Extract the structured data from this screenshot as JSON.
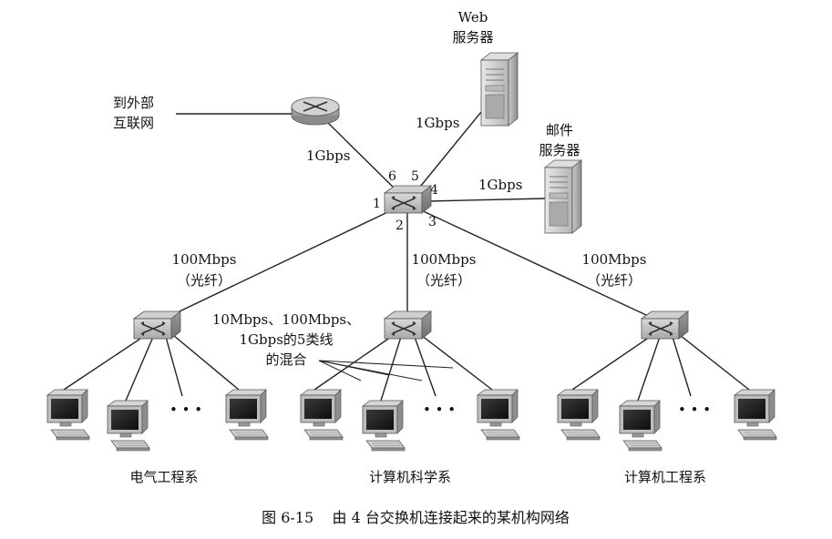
{
  "diagram": {
    "external": {
      "label_line1": "到外部",
      "label_line2": "互联网",
      "link_label": "1Gbps",
      "port": "6"
    },
    "web_server": {
      "label_line1": "Web",
      "label_line2": "服务器",
      "link_label": "1Gbps",
      "port": "5"
    },
    "mail_server": {
      "label_line1": "邮件",
      "label_line2": "服务器",
      "link_label": "1Gbps",
      "port": "4"
    },
    "core_switch": {
      "port_dept1": "1",
      "port_dept2": "2",
      "port_dept3": "3"
    },
    "departments": [
      {
        "name": "电气工程系",
        "link_line1": "100Mbps",
        "link_line2": "（光纤）"
      },
      {
        "name": "计算机科学系",
        "link_line1": "100Mbps",
        "link_line2": "（光纤）"
      },
      {
        "name": "计算机工程系",
        "link_line1": "100Mbps",
        "link_line2": "（光纤）"
      }
    ],
    "cable_note": {
      "line1": "10Mbps、100Mbps、",
      "line2": "1Gbps的5类线",
      "line3": "的混合"
    },
    "ellipsis": "•  •  •",
    "caption": "图 6-15    由 4 台交换机连接起来的某机构网络"
  }
}
